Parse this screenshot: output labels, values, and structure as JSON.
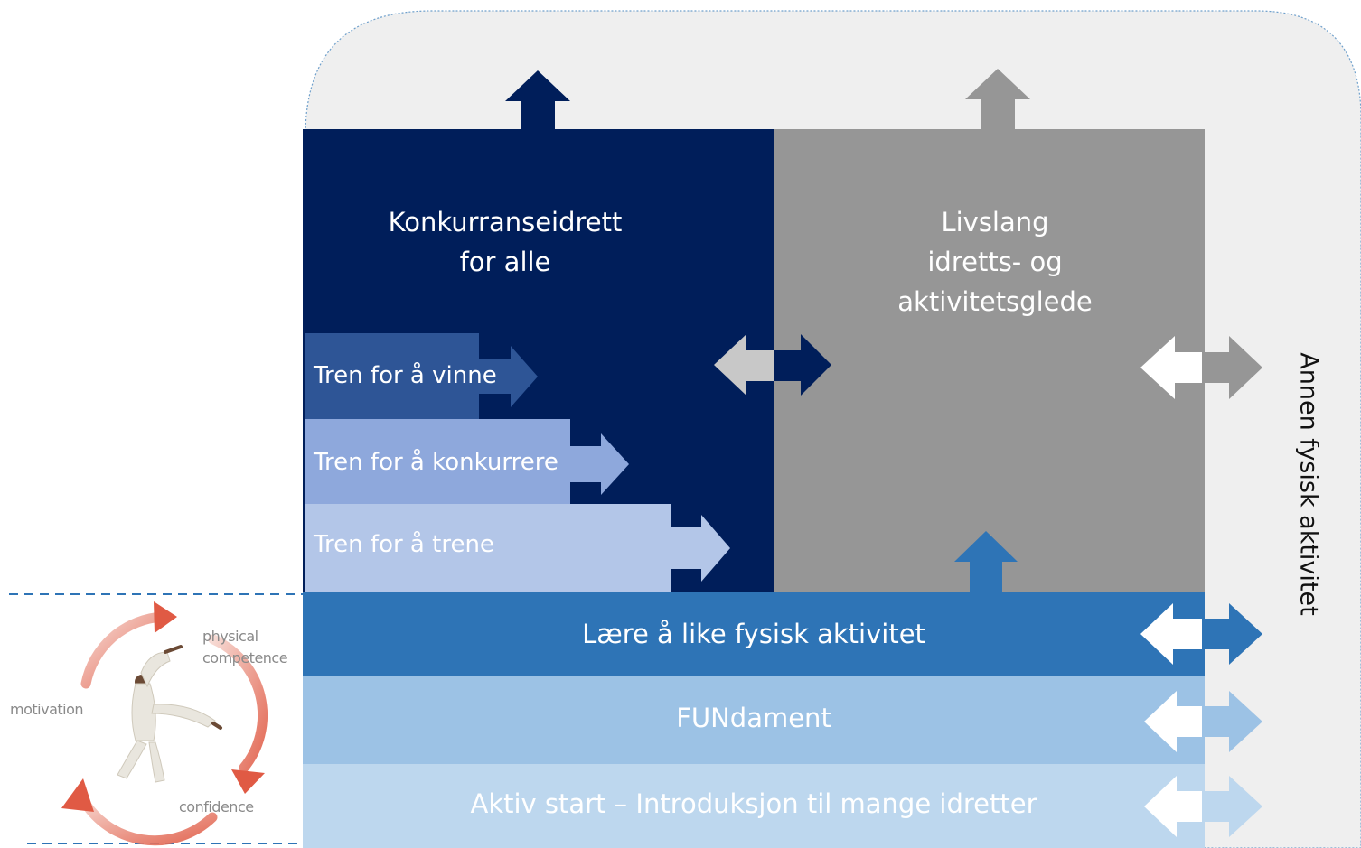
{
  "colors": {
    "navy": "#001e5a",
    "gray": "#969696",
    "outline_bg": "#efefef",
    "step_vinne": "#2e5596",
    "step_konkurrere": "#8ea8dc",
    "step_trene": "#b3c6e8",
    "band_lare": "#2e74b6",
    "band_fundament": "#9cc2e5",
    "band_aktiv": "#bdd7ee",
    "cycle_arrow": "#e0593f",
    "dash": "#2e74b6"
  },
  "titles": {
    "konkurranse": [
      "Konkurranseidrett",
      "for alle"
    ],
    "livslang": [
      "Livslang",
      "idretts- og",
      "aktivitetsglede"
    ]
  },
  "steps": {
    "vinne": "Tren for å vinne",
    "konkurrere": "Tren for å konkurrere",
    "trene": "Tren for å trene"
  },
  "bands": {
    "lare": "Lære å like fysisk aktivitet",
    "fundament": "FUNdament",
    "aktiv": "Aktiv start – Introduksjon til mange idretter"
  },
  "side_label": "Annen fysisk aktivitet",
  "cycle": {
    "physical": [
      "physical",
      "competence"
    ],
    "motivation": "motivation",
    "confidence": "confidence"
  }
}
